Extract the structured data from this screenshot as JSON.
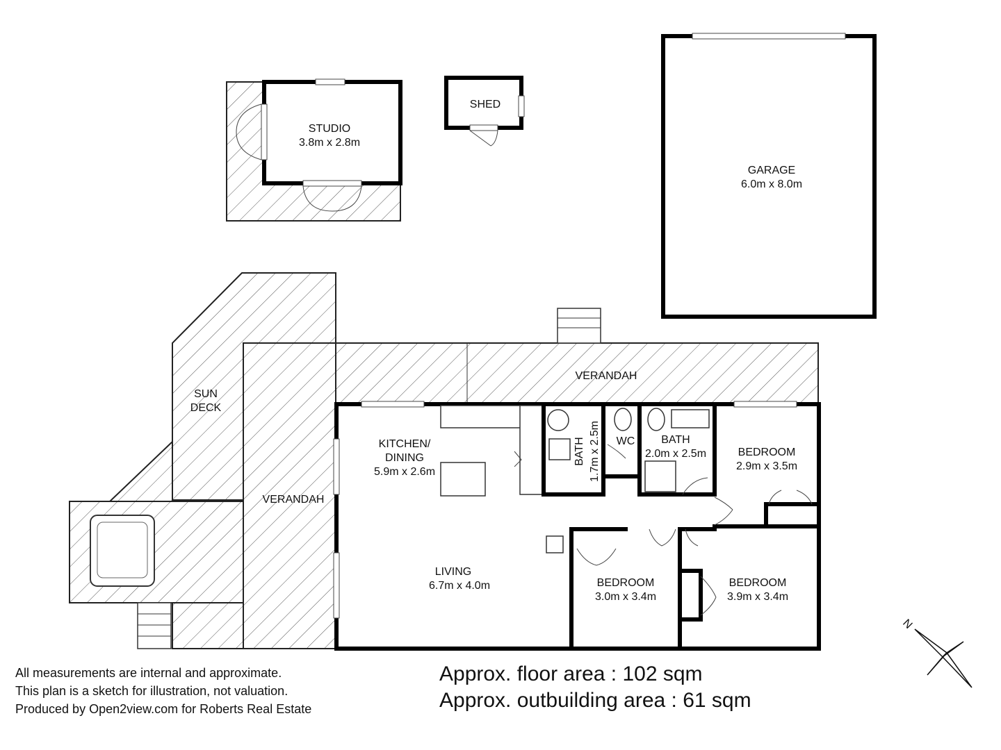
{
  "rooms": {
    "studio": {
      "name": "STUDIO",
      "size": "3.8m x 2.8m"
    },
    "shed": {
      "name": "SHED"
    },
    "garage": {
      "name": "GARAGE",
      "size": "6.0m x 8.0m"
    },
    "sun_deck": {
      "line1": "SUN",
      "line2": "DECK"
    },
    "verandah_top": {
      "name": "VERANDAH"
    },
    "verandah_left": {
      "name": "VERANDAH"
    },
    "kitchen": {
      "line1": "KITCHEN/",
      "line2": "DINING",
      "size": "5.9m x 2.6m"
    },
    "bath1": {
      "name": "BATH",
      "size": "1.7m x 2.5m"
    },
    "wc": {
      "name": "WC"
    },
    "bath2": {
      "name": "BATH",
      "size": "2.0m x 2.5m"
    },
    "bedroom1": {
      "name": "BEDROOM",
      "size": "2.9m x 3.5m"
    },
    "living": {
      "name": "LIVING",
      "size": "6.7m x 4.0m"
    },
    "bedroom2": {
      "name": "BEDROOM",
      "size": "3.0m x 3.4m"
    },
    "bedroom3": {
      "name": "BEDROOM",
      "size": "3.9m x 3.4m"
    }
  },
  "compass": {
    "label": "N"
  },
  "notes": [
    "All measurements are internal and approximate.",
    "This plan is a sketch for illustration, not valuation.",
    "Produced by Open2view.com for Roberts Real Estate"
  ],
  "areas": {
    "floor": "Approx. floor area : 102 sqm",
    "outbuilding": "Approx. outbuilding area : 61 sqm"
  }
}
